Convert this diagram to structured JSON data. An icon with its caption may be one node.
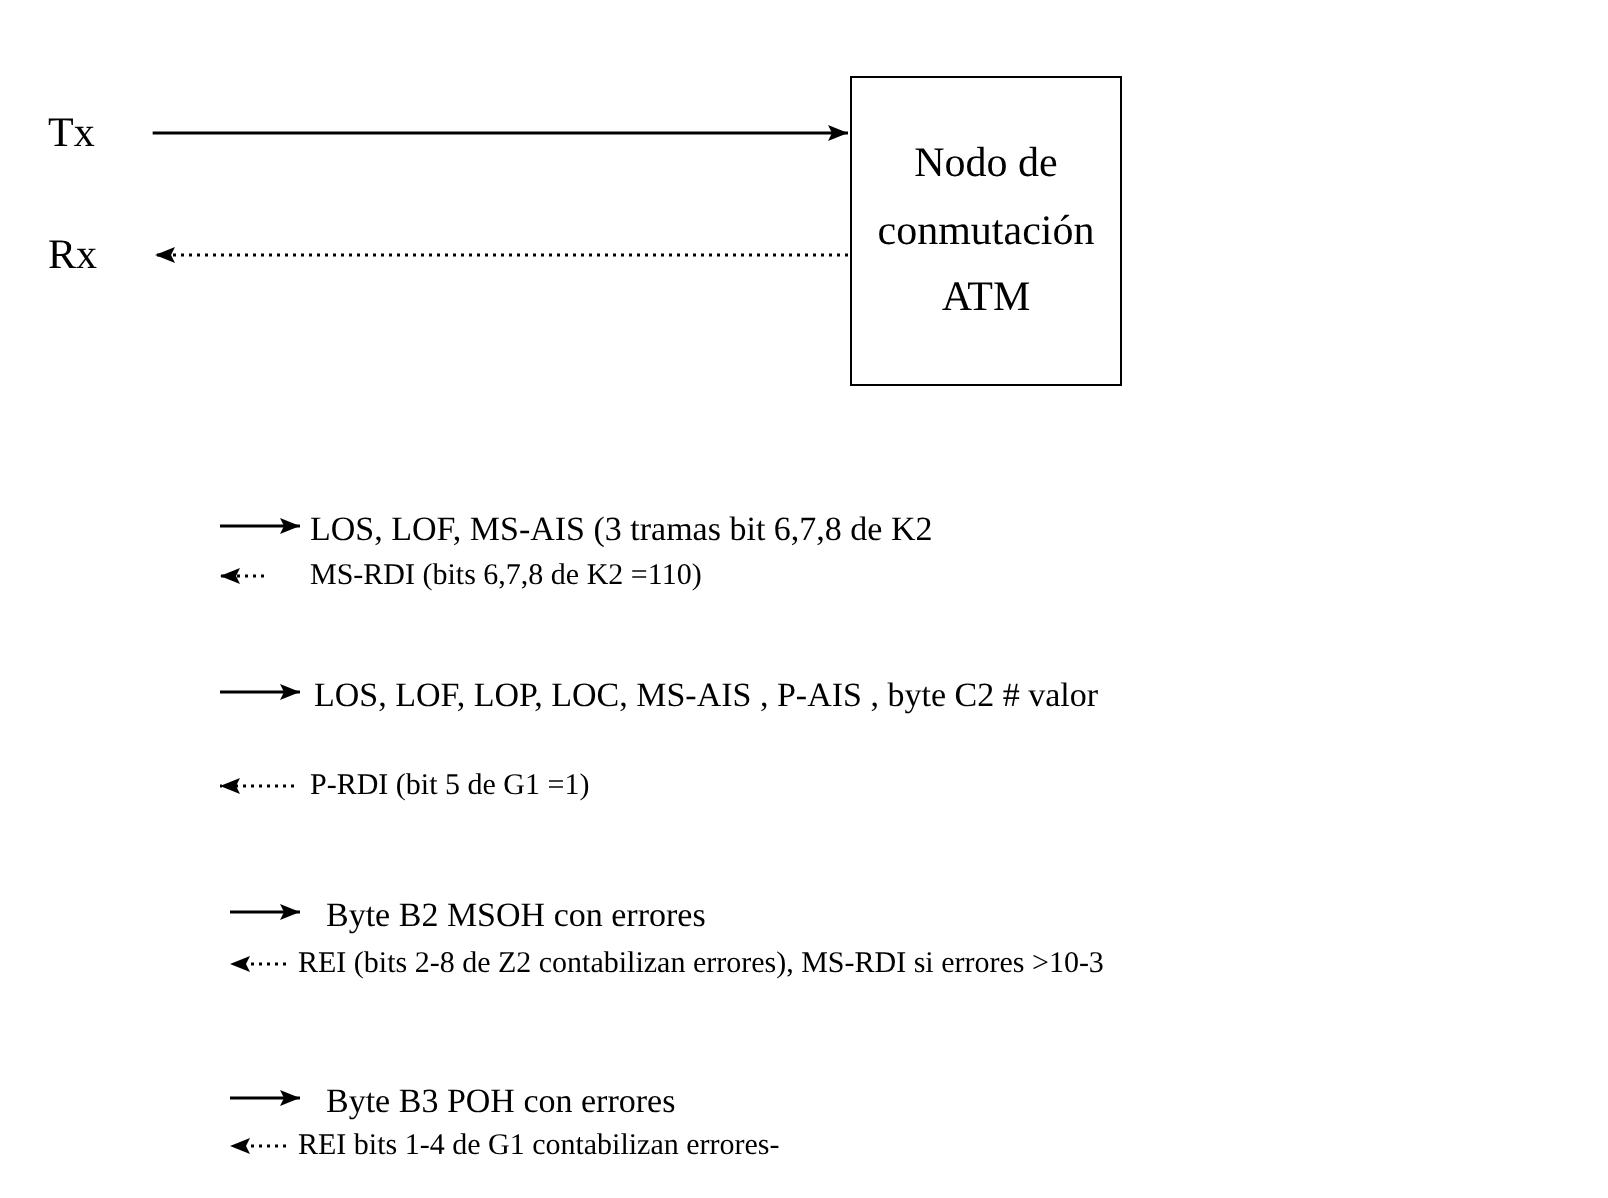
{
  "diagram": {
    "nodes": [
      {
        "text": [
          "Tx"
        ]
      },
      {
        "text": [
          "Rx"
        ]
      },
      {
        "text": [
          "Nodo de conmutación ATM"
        ]
      }
    ],
    "edges": [
      {
        "from": 0,
        "to": 2,
        "arrow": "to"
      },
      {
        "from": 2,
        "to": 1,
        "arrow": "to",
        "style": "dashed"
      }
    ],
    "labels": [
      "LOS, LOF, MS-AIS (3 tramas bit 6,7,8 de K2",
      "MS-RDI (bits 6,7,8 de K2 =110)",
      "LOS, LOF, LOP, LOC, MS-AIS , P-AIS , byte C2 # valor",
      "P-RDI (bit 5 de G1 =1)",
      "Byte B2 MSOH con errores",
      "REI (bits 2-8 de Z2 contabilizan errores), MS-RDI si errores >10-3",
      "Byte B3 POH con errores",
      "REI bits 1-4 de G1 contabilizan errores-"
    ]
  }
}
